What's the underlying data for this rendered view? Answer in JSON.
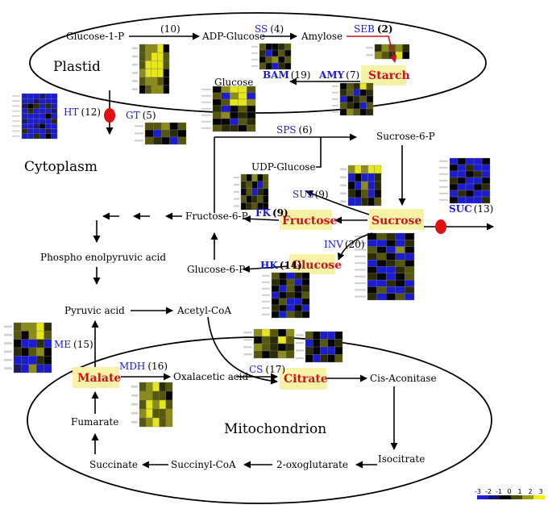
{
  "compartments": {
    "plastid": "Plastid",
    "cytoplasm": "Cytoplasm",
    "mitochondrion": "Mitochondrion"
  },
  "metabolites": {
    "glucose_1_p": "Glucose-1-P",
    "adp_glucose": "ADP-Glucose",
    "amylose": "Amylose",
    "starch": "Starch",
    "glucose_plastid": "Glucose",
    "sucrose_6_p": "Sucrose-6-P",
    "udp_glucose": "UDP-Glucose",
    "fructose": "Fructose",
    "sucrose": "Sucrose",
    "fructose_6_p": "Fructose-6-P",
    "glucose": "Glucose",
    "glucose_6_p": "Glucose-6-P",
    "phosphoenolpyruvic": "Phospho enolpyruvic acid",
    "pyruvic": "Pyruvic acid",
    "acetyl_coa": "Acetyl-CoA",
    "malate": "Malate",
    "oxalacetic": "Oxalacetic acid",
    "citrate": "Citrate",
    "cis_aconitase": "Cis-Aconitase",
    "fumarate": "Fumarate",
    "isocitrate": "Isocitrate",
    "succinate": "Succinate",
    "succinyl_coa": "Succinyl-CoA",
    "oxoglutarate": "2-oxoglutarate"
  },
  "enzymes": {
    "glc1p_adp": {
      "name": "",
      "count": "(10)"
    },
    "ss": {
      "name": "SS",
      "count": "(4)"
    },
    "seb": {
      "name": "SEB",
      "count": "(2)"
    },
    "bam": {
      "name": "BAM",
      "count": "(19)"
    },
    "amy": {
      "name": "AMY",
      "count": "(7)"
    },
    "ht": {
      "name": "HT",
      "count": "(12)"
    },
    "gt": {
      "name": "GT",
      "count": "(5)"
    },
    "sps": {
      "name": "SPS",
      "count": "(6)"
    },
    "sus": {
      "name": "SUS",
      "count": "(9)"
    },
    "fk": {
      "name": "FK",
      "count": "(9)"
    },
    "suc": {
      "name": "SUC",
      "count": "(13)"
    },
    "inv": {
      "name": "INV",
      "count": "(20)"
    },
    "hk": {
      "name": "HK",
      "count": "(14)"
    },
    "me": {
      "name": "ME",
      "count": "(15)"
    },
    "mdh": {
      "name": "MDH",
      "count": "(16)"
    },
    "cs": {
      "name": "CS",
      "count": "(17)"
    }
  },
  "legend": {
    "ticks": [
      "-3",
      "-2",
      "-1",
      "0",
      "1",
      "2",
      "3"
    ],
    "colors": [
      "#1f1fd8",
      "#10107a",
      "#000000",
      "#4a4a00",
      "#9a9a10",
      "#f0f000"
    ]
  },
  "heatmap_palette": {
    "k": "#050505",
    "b": "#1b1bcf",
    "n": "#1a1a66",
    "o": "#2b2b05",
    "d": "#57570c",
    "m": "#8c8c1a",
    "y": "#e6e61c",
    "w": "#f6f6d2"
  },
  "heatmaps": [
    {
      "key": "glc1p_adp",
      "rows": [
        "dmmyk",
        "dmyyd",
        "dyyyd",
        "myyyk",
        "dmmdk",
        "kdmmk"
      ]
    },
    {
      "key": "ss",
      "rows": [
        "dkkod",
        "obkdk",
        "kdmkd",
        "dkbok"
      ]
    },
    {
      "key": "seb",
      "rows": [
        "omdmo",
        "mdoyk"
      ]
    },
    {
      "key": "bam",
      "rows": [
        "kmyyd",
        "dbmyb",
        "kdyym",
        "obkdk",
        "dmkok",
        "kkbdo",
        "dookd"
      ]
    },
    {
      "key": "amy",
      "rows": [
        "kdoyd",
        "odbko",
        "bkodk",
        "dokbd",
        "kmdko"
      ]
    },
    {
      "key": "ht",
      "rows": [
        "bbbnbb",
        "bbnbbb",
        "nkobob",
        "bobbbn",
        "bbbbkb",
        "nbbbbo",
        "bbnkbb",
        "obbbnb",
        "bbobkb"
      ]
    },
    {
      "key": "gt",
      "rows": [
        "ddmkd",
        "kbdok",
        "dokbd"
      ]
    },
    {
      "key": "udp",
      "rows": [
        "dkmkd",
        "odkbd",
        "kdbok",
        "dkodk",
        "kodkk"
      ]
    },
    {
      "key": "sus",
      "rows": [
        "mymyy",
        "bkbbo",
        "kbmbo",
        "okdbk",
        "bbokd"
      ]
    },
    {
      "key": "suc",
      "rows": [
        "bkbbk",
        "kbobb",
        "bbkob",
        "okbbk",
        "kbbko",
        "bokbb",
        "kbbbo"
      ]
    },
    {
      "key": "inv",
      "rows": [
        "kdobk",
        "bbkbo",
        "dkbmk",
        "odkbb",
        "bkodk",
        "kbbod",
        "okbkd",
        "bbokb",
        "kdbbo",
        "obkdb"
      ]
    },
    {
      "key": "hk",
      "rows": [
        "dkbok",
        "okdbk",
        "kbdko",
        "bkokd",
        "kdbbk",
        "okbkb",
        "kbdok"
      ]
    },
    {
      "key": "me",
      "rows": [
        "dmmyo",
        "dkmyd",
        "kbbob",
        "okdmk",
        "bbbok",
        "nbmbb"
      ]
    },
    {
      "key": "mdh",
      "rows": [
        "dmyod",
        "mmddk",
        "dymyd",
        "myddm",
        "dmydm"
      ]
    },
    {
      "key": "cs_a",
      "rows": [
        "mydkm",
        "kdoyd",
        "mdoko",
        "dkomd"
      ]
    },
    {
      "key": "cs_b",
      "rows": [
        "dkbbk",
        "bkdko",
        "okbbk",
        "kbokd"
      ]
    }
  ]
}
